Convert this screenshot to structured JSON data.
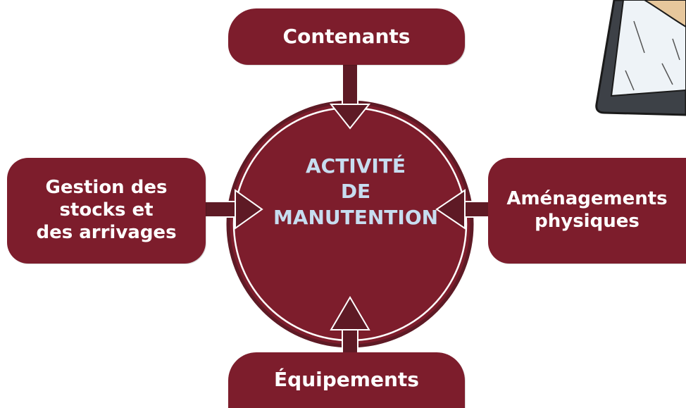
{
  "diagram": {
    "center_label": "ACTIVITÉ\nDE\nMANUTENTION",
    "nodes": [
      {
        "id": "top",
        "label": "Contenants"
      },
      {
        "id": "left",
        "label": "Gestion des\nstocks et\ndes arrivages"
      },
      {
        "id": "right",
        "label": "Aménagements\nphysiques"
      },
      {
        "id": "bottom",
        "label": "Équipements"
      }
    ]
  },
  "colors": {
    "box_fill": "#7d1d2c",
    "arrow_fill": "#5e1a25",
    "center_text": "#c7ddf0",
    "node_text": "#ffffff"
  }
}
